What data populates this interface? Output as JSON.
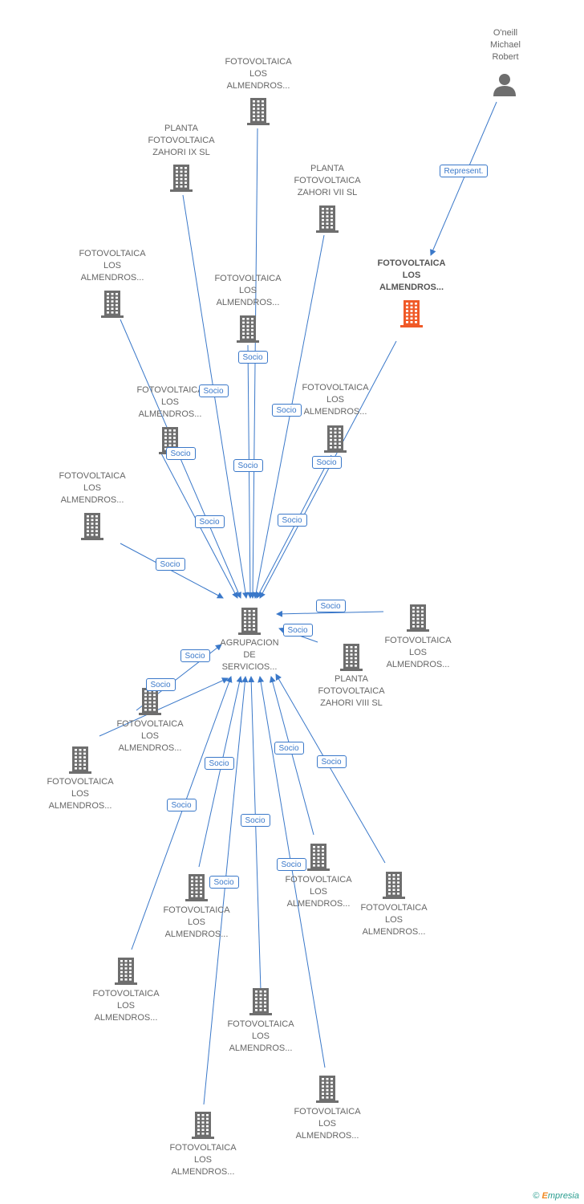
{
  "colors": {
    "edge": "#3a78c9",
    "building": "#6e6e6e",
    "focus_building": "#f05a28",
    "person": "#6e6e6e",
    "text": "#666666"
  },
  "nodes": [
    {
      "id": "n1",
      "type": "building",
      "label": "FOTOVOLTAICA\nLOS\nALMENDROS..."
    },
    {
      "id": "n2",
      "type": "building",
      "label": "PLANTA\nFOTOVOLTAICA\nZAHORI IX SL"
    },
    {
      "id": "n3",
      "type": "building",
      "label": "PLANTA\nFOTOVOLTAICA\nZAHORI VII SL"
    },
    {
      "id": "n4",
      "type": "person",
      "label": "O'neill\nMichael\nRobert"
    },
    {
      "id": "n5",
      "type": "building",
      "label": "FOTOVOLTAICA\nLOS\nALMENDROS...",
      "focus": true
    },
    {
      "id": "n6",
      "type": "building",
      "label": "FOTOVOLTAICA\nLOS\nALMENDROS..."
    },
    {
      "id": "n7",
      "type": "building",
      "label": "FOTOVOLTAICA\nLOS\nALMENDROS..."
    },
    {
      "id": "n8",
      "type": "building",
      "label": "FOTOVOLTAICA\nLOS\nALMENDROS..."
    },
    {
      "id": "n9",
      "type": "building",
      "label": "FOTOVOLTAICA\nLOS\nALMENDROS..."
    },
    {
      "id": "n10",
      "type": "building",
      "label": "FOTOVOLTAICA\nLOS\nALMENDROS..."
    },
    {
      "id": "hub",
      "type": "building",
      "label": "AGRUPACION\nDE\nSERVICIOS..."
    },
    {
      "id": "n11",
      "type": "building",
      "label": "FOTOVOLTAICA\nLOS\nALMENDROS..."
    },
    {
      "id": "n12",
      "type": "building",
      "label": "PLANTA\nFOTOVOLTAICA\nZAHORI VIII SL"
    },
    {
      "id": "n13",
      "type": "building",
      "label": "FOTOVOLTAICA\nLOS\nALMENDROS..."
    },
    {
      "id": "n14",
      "type": "building",
      "label": "FOTOVOLTAICA\nLOS\nALMENDROS..."
    },
    {
      "id": "n15",
      "type": "building",
      "label": "FOTOVOLTAICA\nLOS\nALMENDROS..."
    },
    {
      "id": "n16",
      "type": "building",
      "label": "FOTOVOLTAICA\nLOS\nALMENDROS..."
    },
    {
      "id": "n17",
      "type": "building",
      "label": "FOTOVOLTAICA\nLOS\nALMENDROS..."
    },
    {
      "id": "n18",
      "type": "building",
      "label": "FOTOVOLTAICA\nLOS\nALMENDROS..."
    },
    {
      "id": "n19",
      "type": "building",
      "label": "FOTOVOLTAICA\nLOS\nALMENDROS..."
    },
    {
      "id": "n20",
      "type": "building",
      "label": "FOTOVOLTAICA\nLOS\nALMENDROS..."
    },
    {
      "id": "n21",
      "type": "building",
      "label": "FOTOVOLTAICA\nLOS\nALMENDROS..."
    }
  ],
  "edges": [
    {
      "from": "n4",
      "to": "n5",
      "label": "Represent."
    },
    {
      "from": "n1",
      "to": "hub",
      "label": "Socio"
    },
    {
      "from": "n2",
      "to": "hub",
      "label": "Socio"
    },
    {
      "from": "n3",
      "to": "hub",
      "label": "Socio"
    },
    {
      "from": "n5",
      "to": "hub",
      "label": "Socio"
    },
    {
      "from": "n6",
      "to": "hub",
      "label": "Socio"
    },
    {
      "from": "n7",
      "to": "hub",
      "label": "Socio"
    },
    {
      "from": "n8",
      "to": "hub",
      "label": "Socio"
    },
    {
      "from": "n9",
      "to": "hub",
      "label": "Socio"
    },
    {
      "from": "n10",
      "to": "hub",
      "label": "Socio"
    },
    {
      "from": "n11",
      "to": "hub",
      "label": "Socio"
    },
    {
      "from": "n12",
      "to": "hub",
      "label": "Socio"
    },
    {
      "from": "n13",
      "to": "hub",
      "label": "Socio"
    },
    {
      "from": "n14",
      "to": "hub",
      "label": "Socio"
    },
    {
      "from": "n15",
      "to": "hub",
      "label": "Socio"
    },
    {
      "from": "n16",
      "to": "hub",
      "label": "Socio"
    },
    {
      "from": "n17",
      "to": "hub",
      "label": "Socio"
    },
    {
      "from": "n18",
      "to": "hub",
      "label": "Socio"
    },
    {
      "from": "n19",
      "to": "hub",
      "label": "Socio"
    },
    {
      "from": "n20",
      "to": "hub",
      "label": "Socio"
    },
    {
      "from": "n21",
      "to": "hub",
      "label": "Socio"
    }
  ],
  "footer": {
    "copyright": "©",
    "brand_first": "E",
    "brand_rest": "mpresia"
  }
}
